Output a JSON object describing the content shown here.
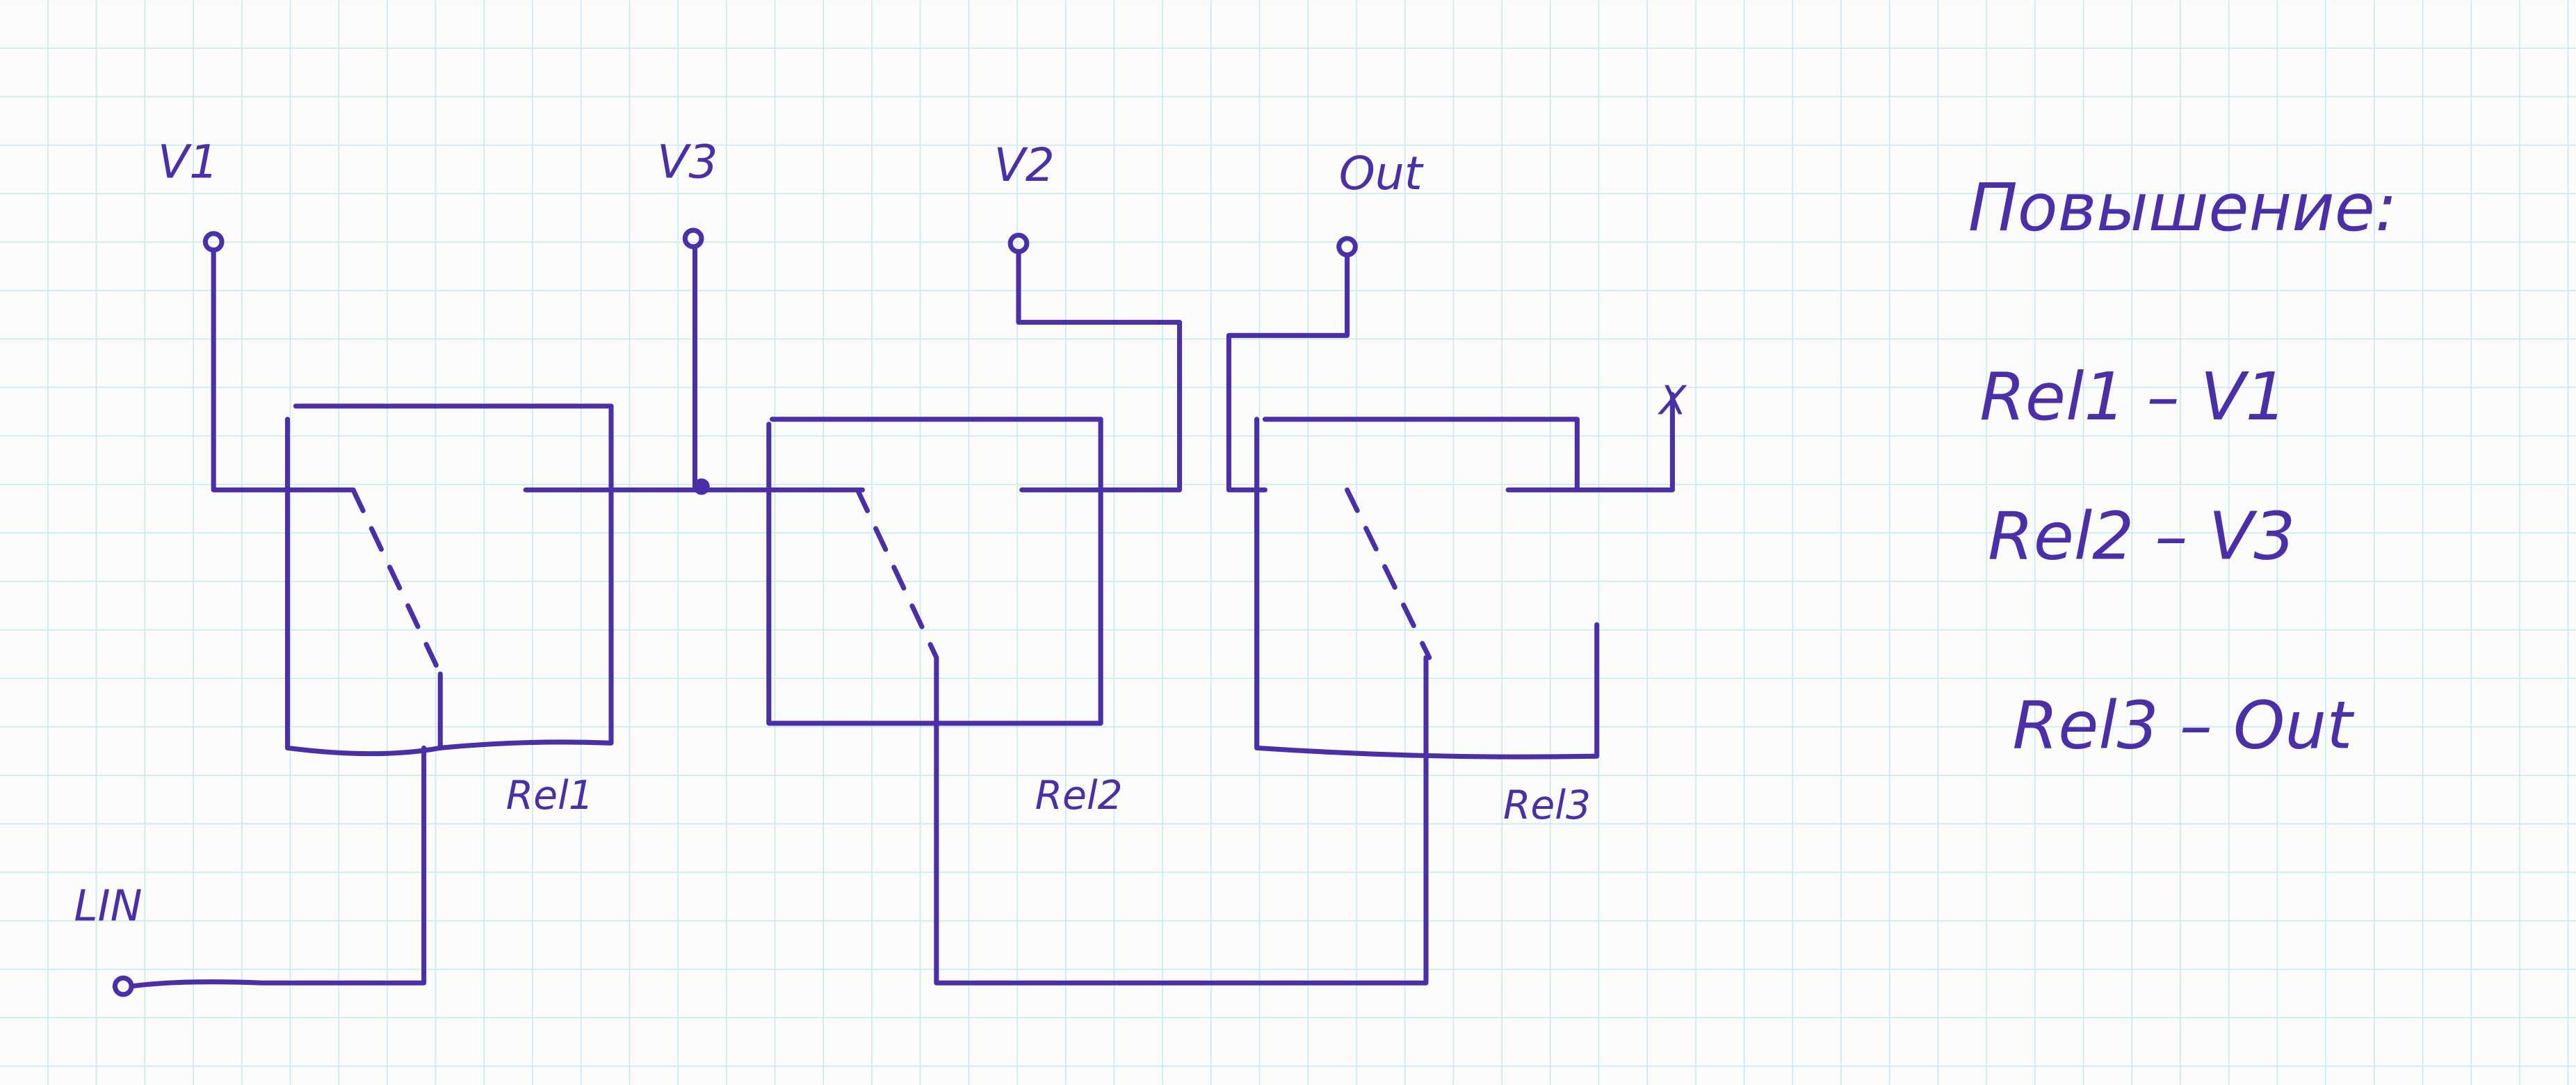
{
  "terminals": {
    "v1": "V1",
    "v3": "V3",
    "v2": "V2",
    "out": "Out",
    "lin": "LIN"
  },
  "relays": [
    {
      "label": "Rel1"
    },
    {
      "label": "Rel2"
    },
    {
      "label": "Rel3"
    }
  ],
  "unused_contact_mark": "X",
  "notes": {
    "title": "Повышение:",
    "lines": [
      "Rel1  –  V1",
      "Rel2  –  V3",
      "Rel3  –  Out"
    ]
  },
  "colors": {
    "ink": "#4b2fa8",
    "grid": "#bfe6f0",
    "paper": "#fbfbf9"
  }
}
